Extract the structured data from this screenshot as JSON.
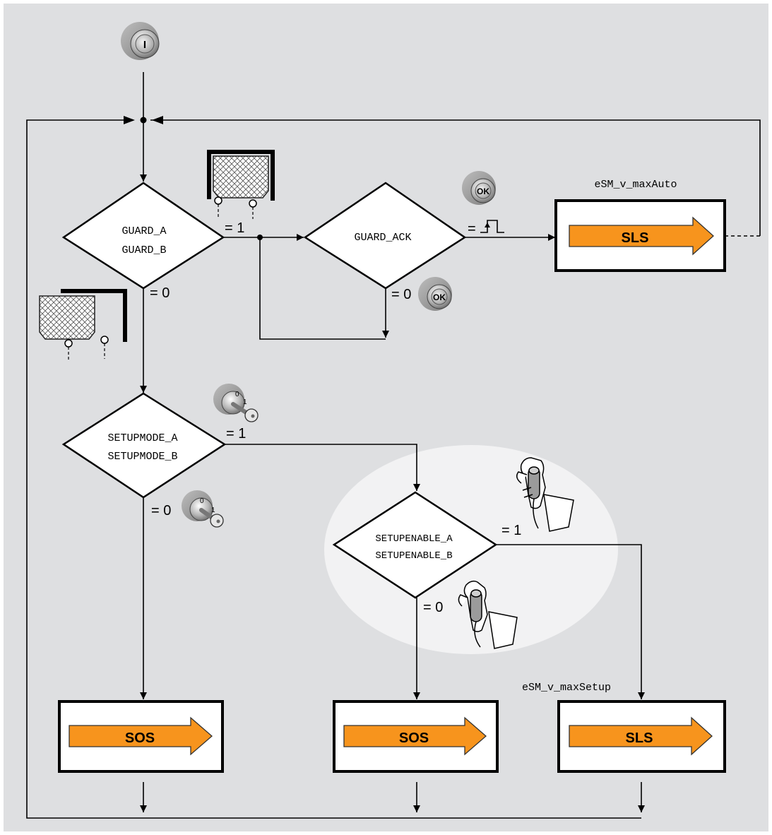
{
  "diagram": {
    "background_color": "#dedfe1",
    "accent_color": "#f7941d",
    "highlight_color": "#f2f2f3",
    "start_button": {
      "label": "I"
    },
    "ok_button": {
      "label": "OK"
    },
    "key_switch": {
      "label_0": "0",
      "label_1": "1"
    },
    "decisions": {
      "guard": {
        "line1": "GUARD_A",
        "line2": "GUARD_B"
      },
      "guard_ack": {
        "line1": "GUARD_ACK"
      },
      "setupmode": {
        "line1": "SETUPMODE_A",
        "line2": "SETUPMODE_B"
      },
      "setupenable": {
        "line1": "SETUPENABLE_A",
        "line2": "SETUPENABLE_B"
      }
    },
    "edge_labels": {
      "guard_true": "= 1",
      "guard_false": "= 0",
      "ack_rising_edge": "=",
      "ack_false": "= 0",
      "setupmode_true": "= 1",
      "setupmode_false": "= 0",
      "setupenable_true": "= 1",
      "setupenable_false": "= 0"
    },
    "parameters": {
      "max_auto": "eSM_v_maxAuto",
      "max_setup": "eSM_v_maxSetup"
    },
    "outcomes": {
      "sls_auto": "SLS",
      "sos_mode": "SOS",
      "sos_enable": "SOS",
      "sls_setup": "SLS"
    }
  }
}
